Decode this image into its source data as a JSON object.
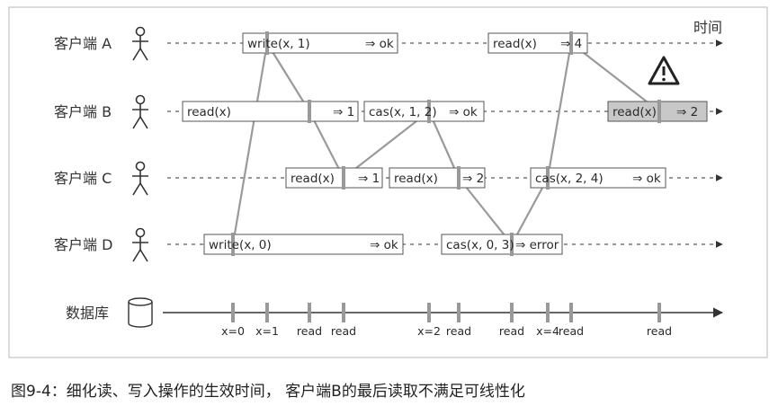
{
  "time_label": "时间",
  "clients": [
    {
      "label": "客户端 A"
    },
    {
      "label": "客户端 B"
    },
    {
      "label": "客户端 C"
    },
    {
      "label": "客户端 D"
    }
  ],
  "database_label": "数据库",
  "operations": [
    {
      "client": 0,
      "op": "write(x, 1)",
      "result": "⇒ ok"
    },
    {
      "client": 0,
      "op": "read(x)",
      "result": "⇒ 4"
    },
    {
      "client": 1,
      "op": "read(x)",
      "result": "⇒ 1"
    },
    {
      "client": 1,
      "op": "cas(x, 1, 2)",
      "result": "⇒ ok"
    },
    {
      "client": 1,
      "op": "read(x)",
      "result": "⇒ 2",
      "highlight": true
    },
    {
      "client": 2,
      "op": "read(x)",
      "result": "⇒ 1"
    },
    {
      "client": 2,
      "op": "read(x)",
      "result": "⇒ 2"
    },
    {
      "client": 2,
      "op": "cas(x, 2, 4)",
      "result": "⇒ ok"
    },
    {
      "client": 3,
      "op": "write(x, 0)",
      "result": "⇒ ok"
    },
    {
      "client": 3,
      "op": "cas(x, 0, 3)",
      "result": "⇒ error"
    }
  ],
  "db_ticks": [
    {
      "label": "x=0"
    },
    {
      "label": "x=1"
    },
    {
      "label": "read"
    },
    {
      "label": "read"
    },
    {
      "label": "x=2"
    },
    {
      "label": "read"
    },
    {
      "label": "read"
    },
    {
      "label": "x=4"
    },
    {
      "label": "read"
    },
    {
      "label": "read"
    }
  ],
  "warning_icon": "warning-triangle-icon",
  "caption": "图9-4：细化读、写入操作的生效时间， 客户端B的最后读取不满足可线性化"
}
